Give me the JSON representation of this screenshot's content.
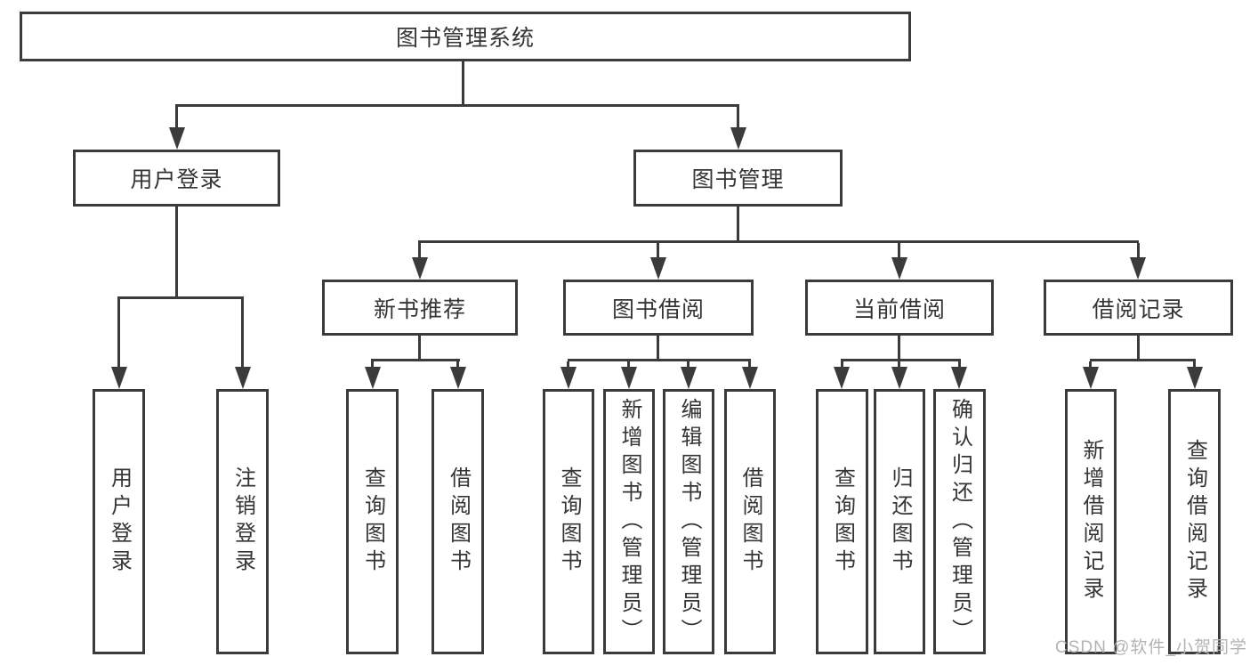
{
  "diagram": {
    "root": {
      "label": "图书管理系统"
    },
    "level2": [
      {
        "label": "用户登录"
      },
      {
        "label": "图书管理"
      }
    ],
    "level3": [
      {
        "label": "新书推荐"
      },
      {
        "label": "图书借阅"
      },
      {
        "label": "当前借阅"
      },
      {
        "label": "借阅记录"
      }
    ],
    "leaves": {
      "user_login": [
        "用户登录",
        "注销登录"
      ],
      "new_book_recommend": [
        "查询图书",
        "借阅图书"
      ],
      "book_borrow": [
        "查询图书",
        "新增图书（管理员）",
        "编辑图书（管理员）",
        "借阅图书"
      ],
      "current_borrow": [
        "查询图书",
        "归还图书",
        "确认归还（管理员）"
      ],
      "borrow_records": [
        "新增借阅记录",
        "查询借阅记录"
      ]
    }
  },
  "watermark": {
    "text": "CSDN @软件_小贺同学"
  },
  "colors": {
    "line": "#3b3b3b",
    "text": "#353535",
    "watermark": "#b3b3b3",
    "background": "#ffffff"
  }
}
